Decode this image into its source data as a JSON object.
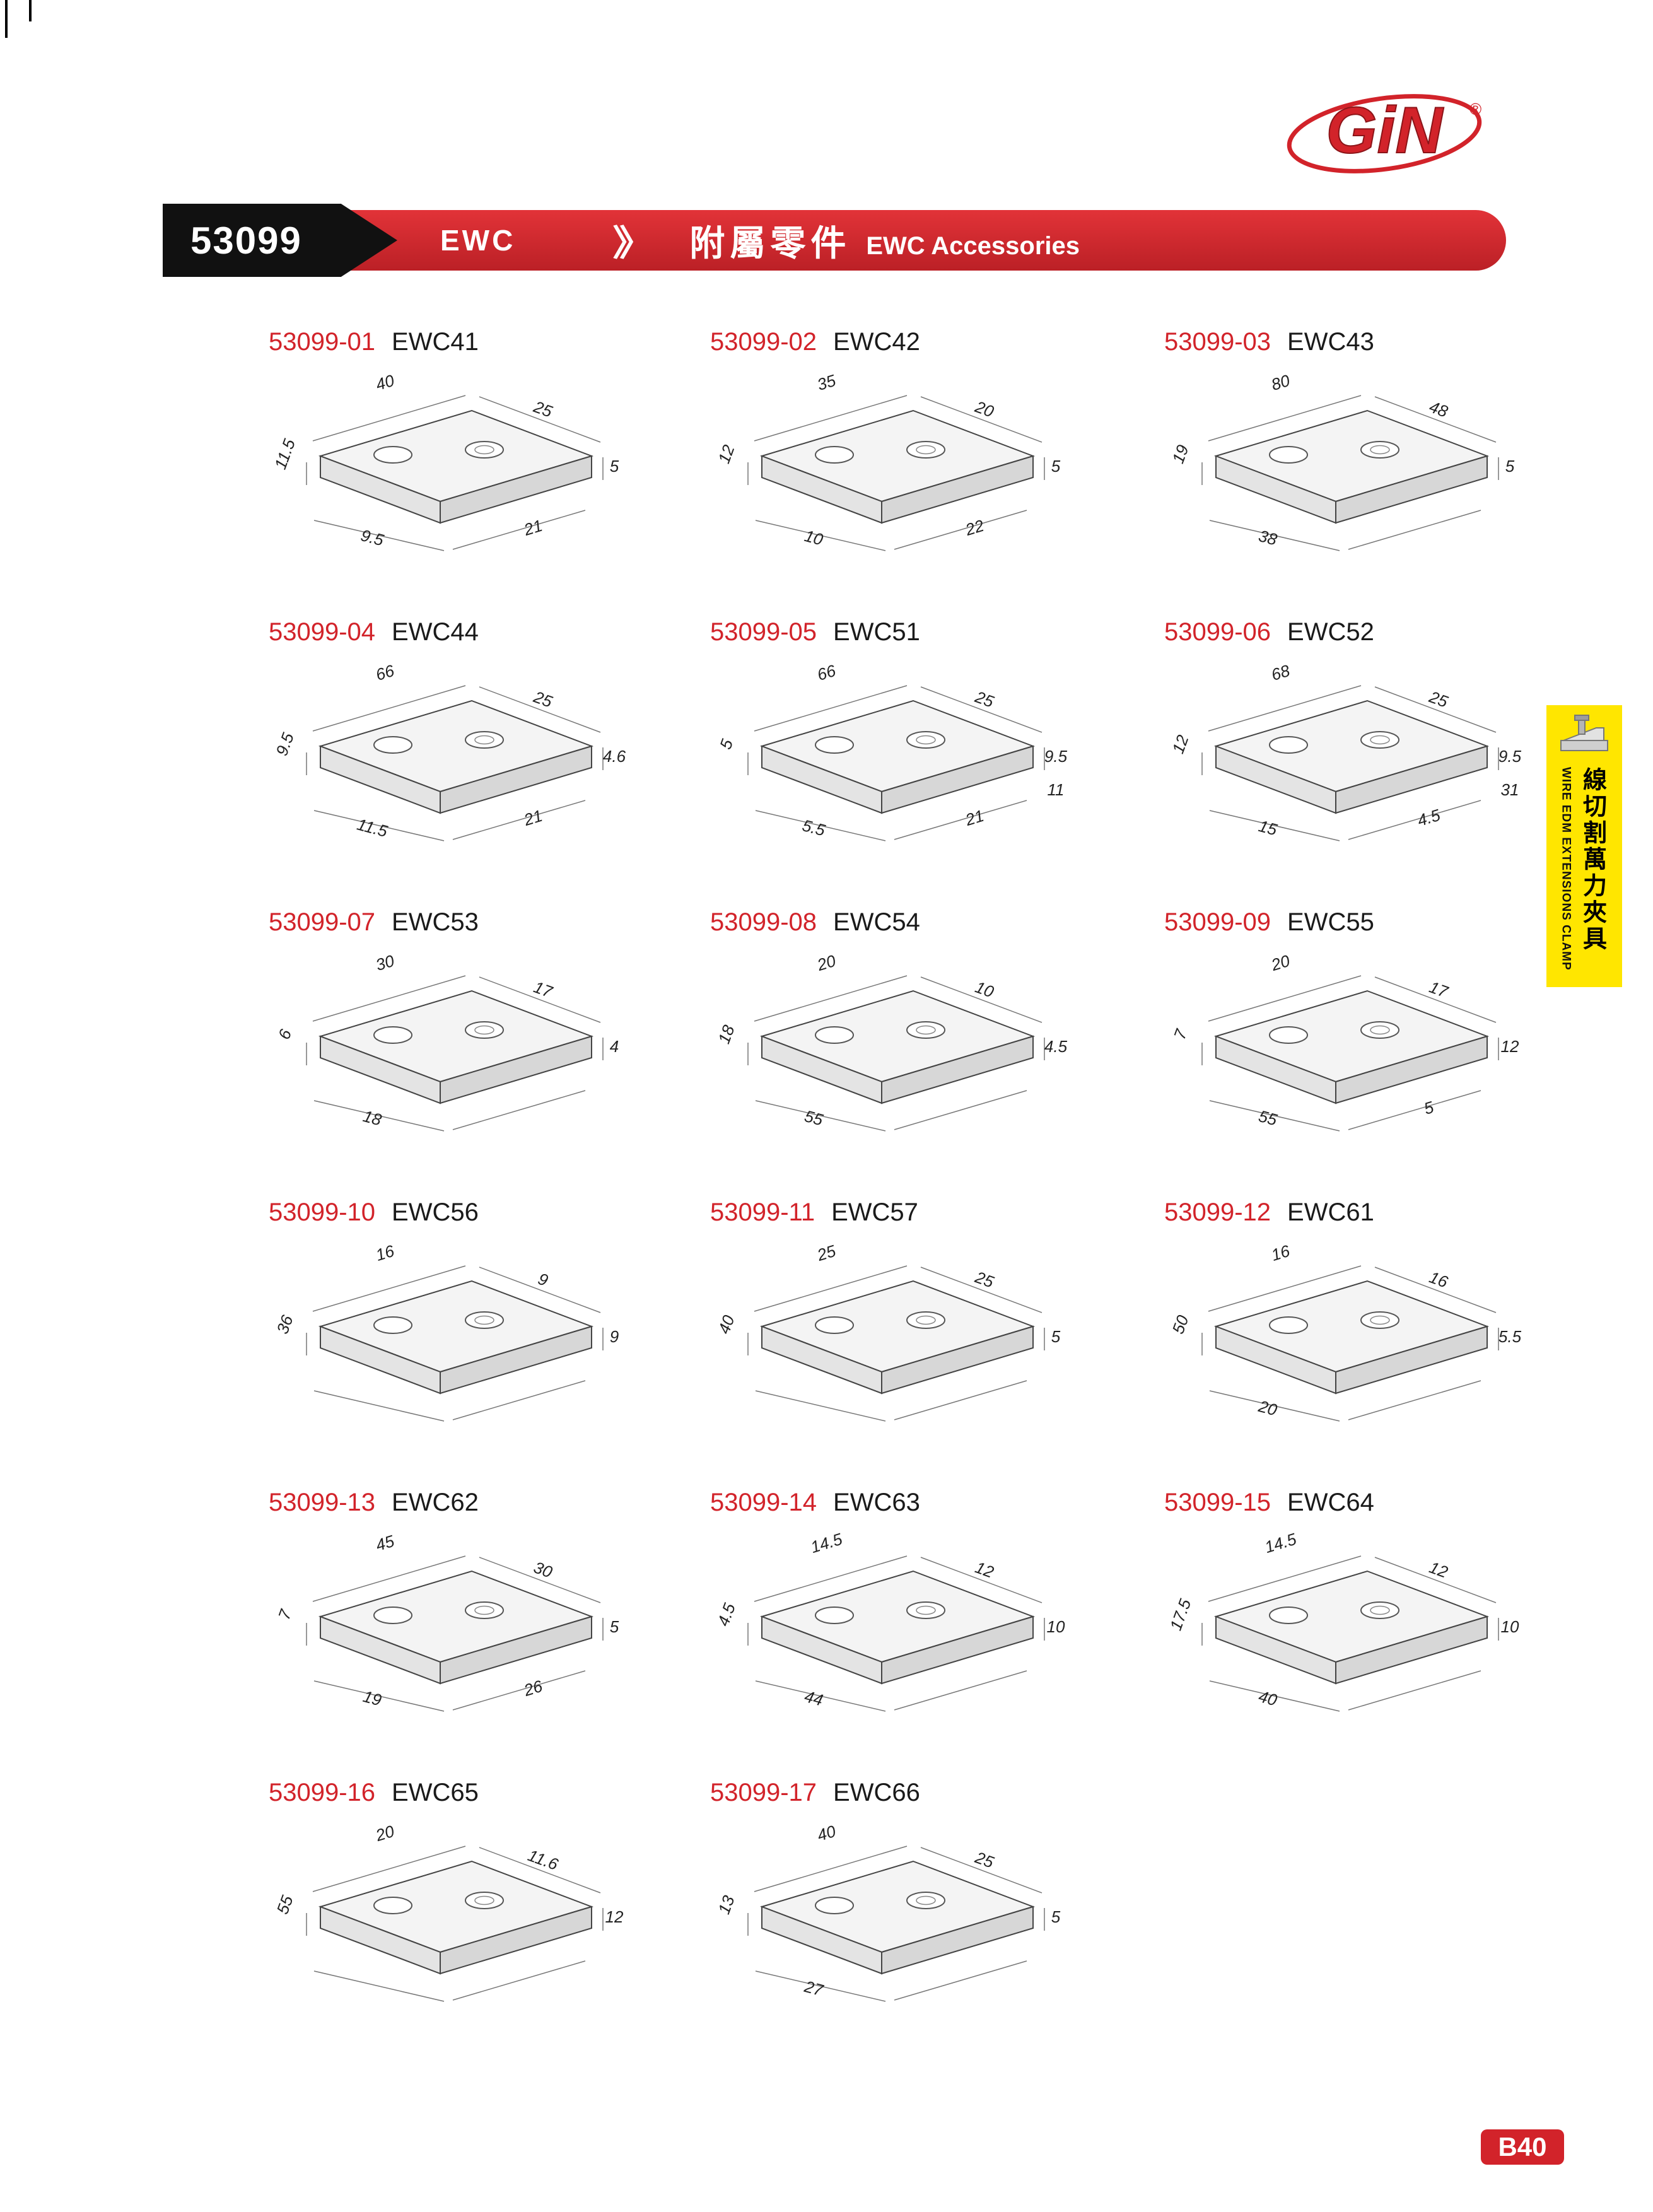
{
  "page": {
    "code": "53099",
    "series": "EWC",
    "chevron": "》",
    "title_zh": "附屬零件",
    "title_en": "EWC Accessories",
    "brand": "GiN",
    "brand_reg": "®",
    "page_number": "B40"
  },
  "colors": {
    "accent_red": "#d2232a",
    "tab_yellow": "#ffe600",
    "code_black": "#111111"
  },
  "side_tab": {
    "text_en": "WIRE EDM EXTENSIONS CLAMP",
    "text_zh": "線切割萬力夾具"
  },
  "items": [
    {
      "id": "53099-01",
      "name": "EWC41",
      "dims": [
        "40",
        "25",
        "5",
        "11.5",
        "9.5",
        "21"
      ]
    },
    {
      "id": "53099-02",
      "name": "EWC42",
      "dims": [
        "35",
        "20",
        "5",
        "12",
        "10",
        "22"
      ]
    },
    {
      "id": "53099-03",
      "name": "EWC43",
      "dims": [
        "80",
        "48",
        "5",
        "19",
        "38"
      ]
    },
    {
      "id": "53099-04",
      "name": "EWC44",
      "dims": [
        "66",
        "25",
        "4.6",
        "9.5",
        "11.5",
        "21"
      ]
    },
    {
      "id": "53099-05",
      "name": "EWC51",
      "dims": [
        "66",
        "25",
        "9.5",
        "5",
        "5.5",
        "21",
        "11"
      ]
    },
    {
      "id": "53099-06",
      "name": "EWC52",
      "dims": [
        "68",
        "25",
        "9.5",
        "12",
        "15",
        "4.5",
        "31"
      ]
    },
    {
      "id": "53099-07",
      "name": "EWC53",
      "dims": [
        "30",
        "17",
        "4",
        "6",
        "18"
      ]
    },
    {
      "id": "53099-08",
      "name": "EWC54",
      "dims": [
        "20",
        "10",
        "4.5",
        "18",
        "55"
      ]
    },
    {
      "id": "53099-09",
      "name": "EWC55",
      "dims": [
        "20",
        "17",
        "12",
        "7",
        "55",
        "5"
      ]
    },
    {
      "id": "53099-10",
      "name": "EWC56",
      "dims": [
        "16",
        "9",
        "9",
        "36"
      ]
    },
    {
      "id": "53099-11",
      "name": "EWC57",
      "dims": [
        "25",
        "25",
        "5",
        "40"
      ]
    },
    {
      "id": "53099-12",
      "name": "EWC61",
      "dims": [
        "16",
        "16",
        "5.5",
        "50",
        "20"
      ]
    },
    {
      "id": "53099-13",
      "name": "EWC62",
      "dims": [
        "45",
        "30",
        "5",
        "7",
        "19",
        "26"
      ]
    },
    {
      "id": "53099-14",
      "name": "EWC63",
      "dims": [
        "14.5",
        "12",
        "10",
        "4.5",
        "44"
      ]
    },
    {
      "id": "53099-15",
      "name": "EWC64",
      "dims": [
        "14.5",
        "12",
        "10",
        "17.5",
        "40"
      ]
    },
    {
      "id": "53099-16",
      "name": "EWC65",
      "dims": [
        "20",
        "11.6",
        "12",
        "55"
      ]
    },
    {
      "id": "53099-17",
      "name": "EWC66",
      "dims": [
        "40",
        "25",
        "5",
        "13",
        "27"
      ]
    }
  ]
}
